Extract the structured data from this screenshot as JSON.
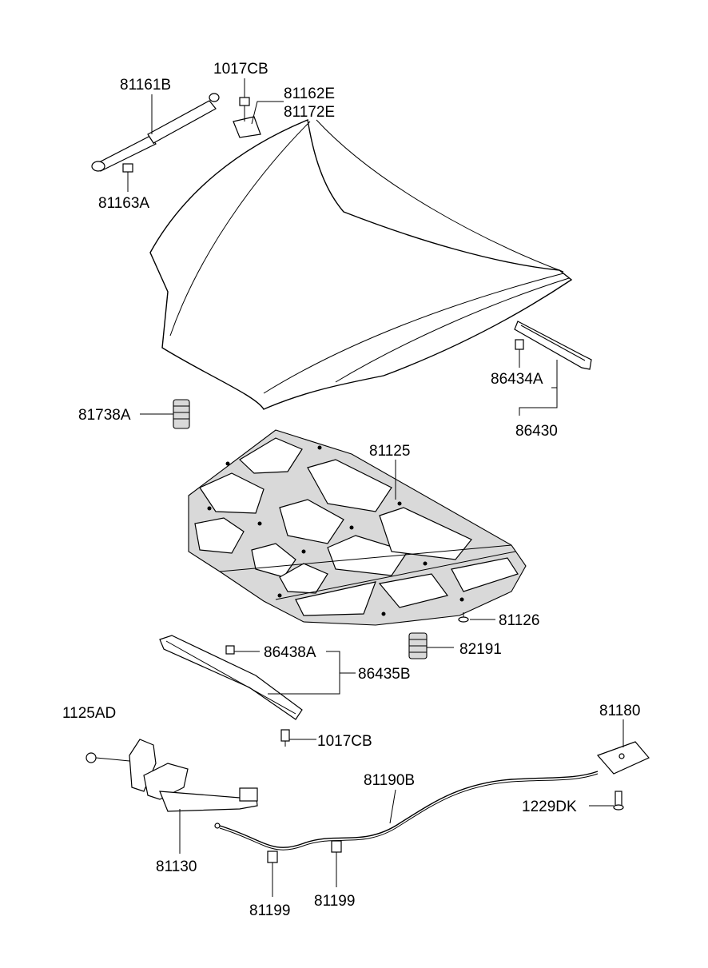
{
  "callouts": {
    "c81161B": "81161B",
    "c1017CB_top": "1017CB",
    "c81162E": "81162E",
    "c81172E": "81172E",
    "c81163A": "81163A",
    "c86434A": "86434A",
    "c86430": "86430",
    "c81738A": "81738A",
    "c81125": "81125",
    "c81126": "81126",
    "c82191": "82191",
    "c86438A": "86438A",
    "c86435B": "86435B",
    "c1017CB_bottom": "1017CB",
    "c1125AD": "1125AD",
    "c81180": "81180",
    "c81190B": "81190B",
    "c1229DK": "1229DK",
    "c81130": "81130",
    "c81199_left": "81199",
    "c81199_right": "81199"
  }
}
